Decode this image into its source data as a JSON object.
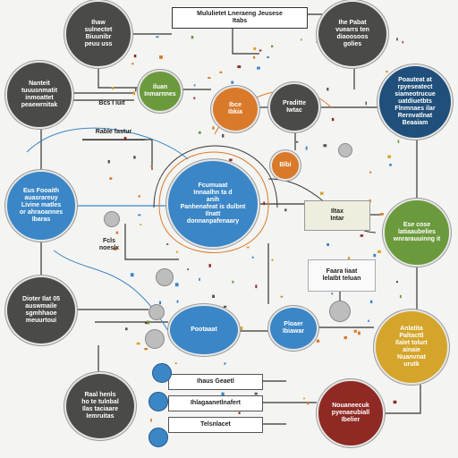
{
  "colors": {
    "dark": "#4a4a48",
    "blue": "#3b86c6",
    "navy": "#1f4f7a",
    "green": "#6b9a3c",
    "orange": "#d97a2a",
    "mustard": "#d4a52a",
    "maroon": "#8e2a23",
    "wire": "#333333",
    "wire_blue": "#3b86c6",
    "wire_orange": "#d97a2a"
  },
  "header": {
    "title": "Mululietet Lneraeng Jeusese\nItabs"
  },
  "nodes": {
    "top_left": "Ihaw\nsulnectet\nBiuunibr\npeuu uss",
    "top_right": "Ihe Pabat\nvuearrs ten\ndiaoosoos\ngolies",
    "left_upper": "Nanteit\ntuuusnmatit\ninmoattet\npeaewrnitak",
    "small_green": "iluan\nInmarnnes",
    "small_orange": "Ibce\nIbkia",
    "practice": "Praditte\nIwtac",
    "right_navy": "Poauteat at\nrpyeseatect\nsiameotrucue\nuatdiuetbts\nFlnmnaes ilar\nRernvatlnat\nBeaaiam",
    "left_blue": "Eus Fooaith\nauasrareuy\nLivine matles\nor ahraoannes\nIbaras",
    "center_blue": "Fcumuaat\nInnaalhn ta d\nanih\nPanhenafeat is dulbnt\nIlnatt\ndonnanpafenaary",
    "tiny_orange": "Blbi",
    "right_green": "Ese cose\nlatiaaubelies\nwnrarauuinng it",
    "left_dark_lower": "Dioter Ilat 05\nauswmaile\nsgmhhaoe\nmeuurtoui",
    "pointer_blue": "Pootaaat",
    "pointer_blue_small": "Ploaer\nIbiawar",
    "right_mustard": "Anlatita\nPaltacttl\nIlalet tolurt\nainaie\nNuanvnat\nurutk",
    "bottom_dark": "Raal henls\nho te tulnbal\nIlas taciaare\nIemruitas",
    "bottom_maroon": "Nouaneecuk\npyenaeubiall\nIbelier"
  },
  "labels": {
    "node_link_b": "Bcs I iuit",
    "radec": "Rable fastur",
    "fcls": "Fcls\nnoeslx",
    "iltax": "Iltax\nIntar",
    "grid_box": "Faara Iiaat\nlelaIbt teluan",
    "stack_1": "Ihaus Geaetl",
    "stack_2": "Ihlagaanetlnafert",
    "stack_3": "Telsnlacet"
  }
}
